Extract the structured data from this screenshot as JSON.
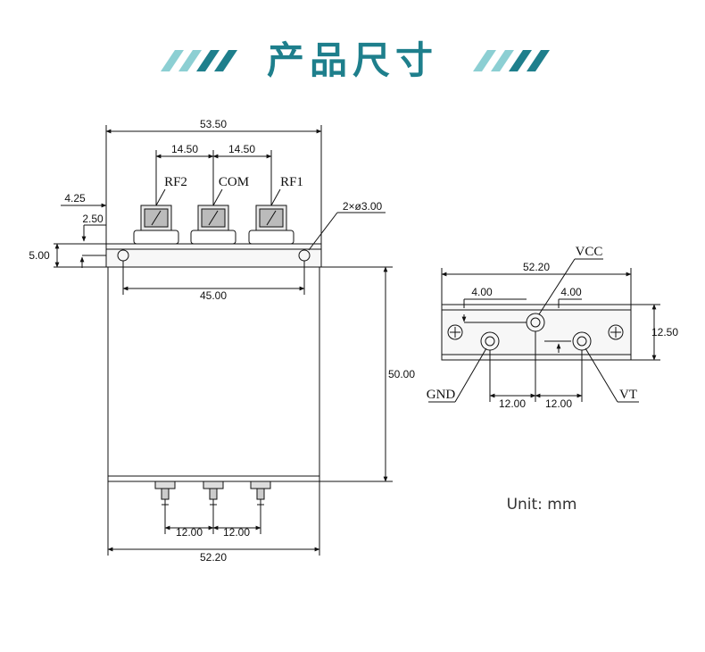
{
  "title": "产品尺寸",
  "front_view": {
    "overall_width": "53.50",
    "connector_pitch_left": "14.50",
    "connector_pitch_right": "14.50",
    "connector_labels": [
      "RF2",
      "COM",
      "RF1"
    ],
    "left_offset": "4.25",
    "left_offset_small": "2.50",
    "flange_height": "5.00",
    "hole_spec": "2×ø3.00",
    "hole_spacing": "45.00",
    "body_height": "50.00",
    "pin_pitch_left": "12.00",
    "pin_pitch_right": "12.00",
    "bottom_width": "52.20"
  },
  "side_view": {
    "vcc_label": "VCC",
    "gnd_label": "GND",
    "vt_label": "VT",
    "overall_width": "52.20",
    "offset_left": "4.00",
    "offset_right": "4.00",
    "height": "12.50",
    "pin_pitch_left": "12.00",
    "pin_pitch_right": "12.00"
  },
  "unit_label": "Unit: mm",
  "colors": {
    "accent": "#1e7f8c",
    "accent_light": "#8ccfd3",
    "line": "#111111"
  }
}
